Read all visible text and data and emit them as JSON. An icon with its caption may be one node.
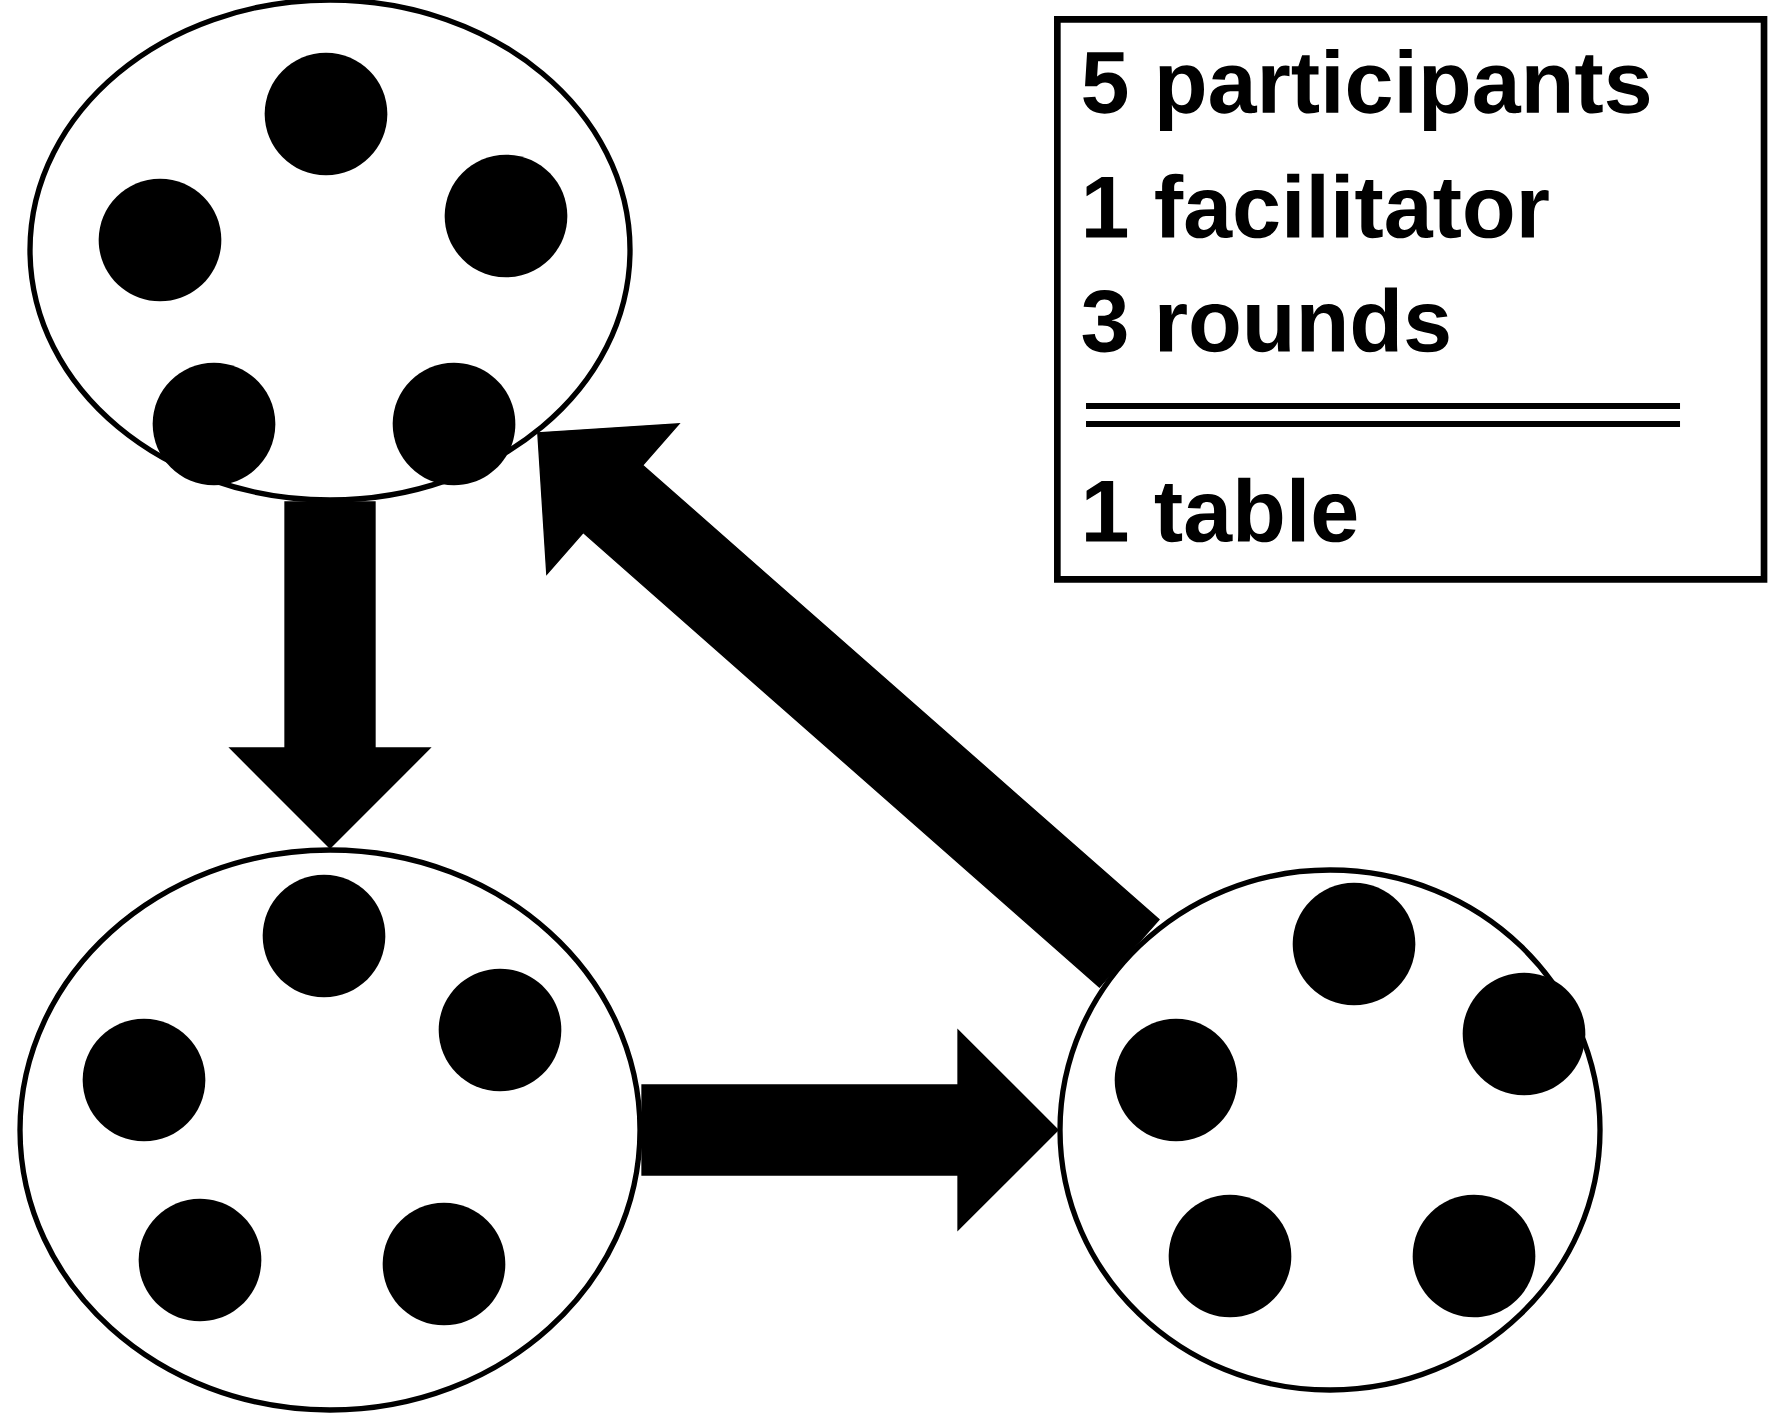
{
  "diagram": {
    "nodes": [
      {
        "text": [],
        "shape": "circle"
      },
      {
        "text": [],
        "shape": "circle"
      },
      {
        "text": [],
        "shape": "circle"
      },
      {
        "text": [
          "5 participants",
          "1 facilitator",
          "3 rounds",
          "1 table"
        ]
      }
    ],
    "edges": [
      {
        "from": 0,
        "to": 1,
        "arrow": "to"
      },
      {
        "from": 1,
        "to": 2,
        "arrow": "to"
      },
      {
        "from": 2,
        "to": 0,
        "arrow": "to"
      }
    ]
  }
}
